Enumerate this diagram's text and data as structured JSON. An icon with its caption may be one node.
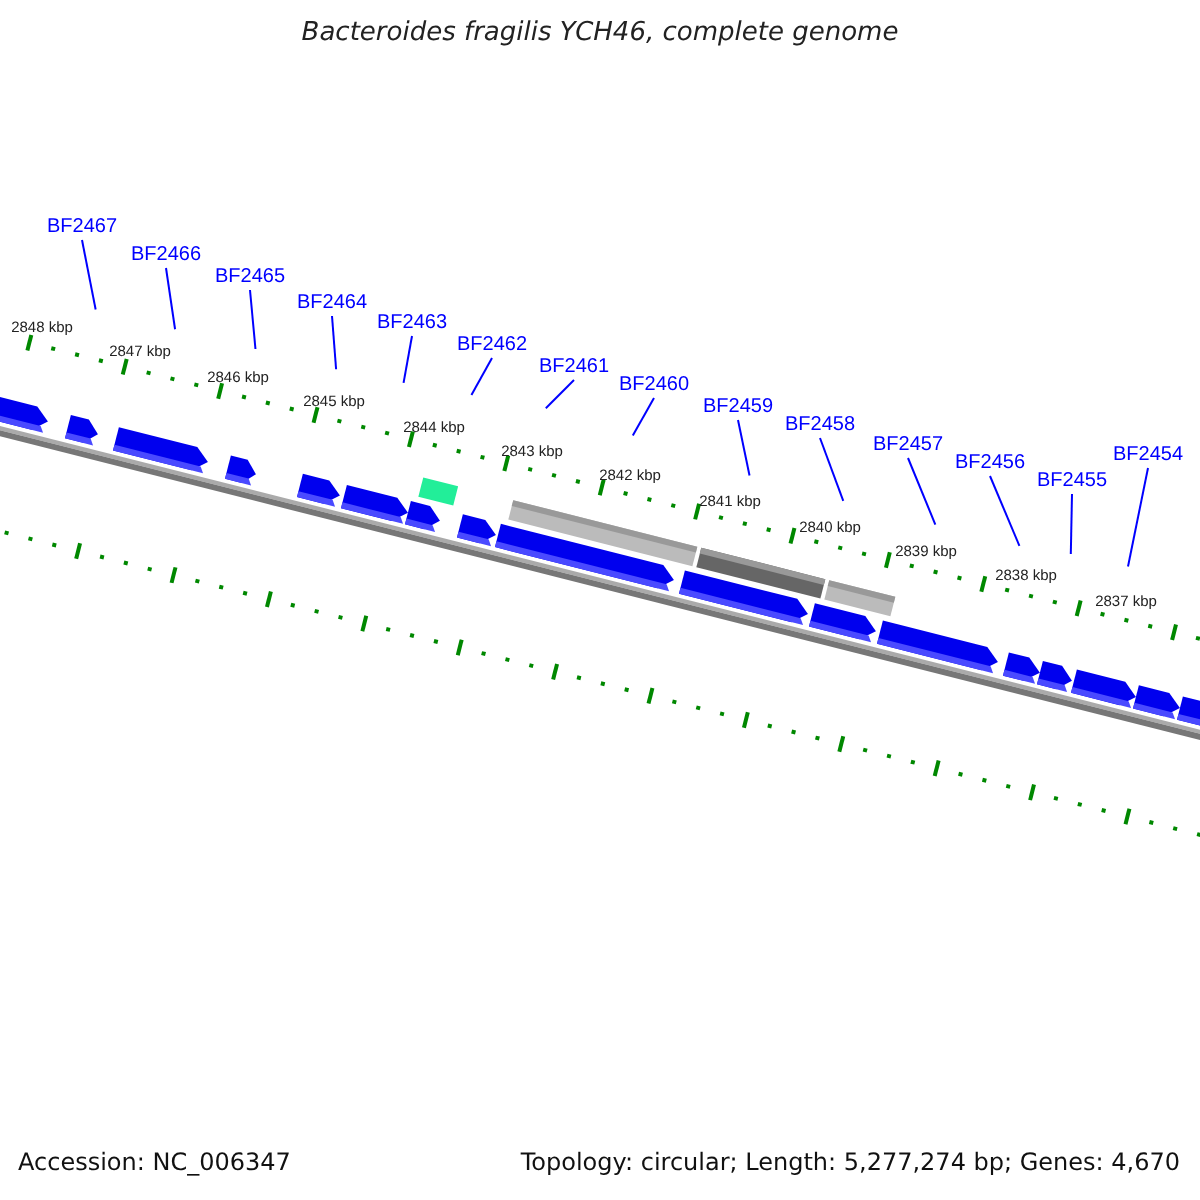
{
  "diagram": {
    "title": "Bacteroides fragilis YCH46, complete genome",
    "nodes": [
      {
        "text": [
          "BF2467"
        ]
      },
      {
        "text": [
          "BF2466"
        ]
      },
      {
        "text": [
          "BF2465"
        ]
      },
      {
        "text": [
          "BF2464"
        ]
      },
      {
        "text": [
          "BF2463"
        ]
      },
      {
        "text": [
          "BF2462"
        ]
      },
      {
        "text": [
          "BF2461"
        ]
      },
      {
        "text": [
          "BF2460"
        ]
      },
      {
        "text": [
          "BF2459"
        ]
      },
      {
        "text": [
          "BF2458"
        ]
      },
      {
        "text": [
          "BF2457"
        ]
      },
      {
        "text": [
          "BF2456"
        ]
      },
      {
        "text": [
          "BF2455"
        ]
      },
      {
        "text": [
          "BF2454"
        ]
      }
    ],
    "edges": [
      {
        "from": 0,
        "to": null,
        "arrow": "none"
      },
      {
        "from": 1,
        "to": null,
        "arrow": "none"
      },
      {
        "from": 2,
        "to": null,
        "arrow": "none"
      },
      {
        "from": 3,
        "to": null,
        "arrow": "none"
      },
      {
        "from": 4,
        "to": null,
        "arrow": "none"
      },
      {
        "from": 5,
        "to": null,
        "arrow": "none"
      },
      {
        "from": 6,
        "to": null,
        "arrow": "none"
      },
      {
        "from": 7,
        "to": null,
        "arrow": "none"
      },
      {
        "from": 8,
        "to": null,
        "arrow": "none"
      },
      {
        "from": 9,
        "to": null,
        "arrow": "none"
      },
      {
        "from": 10,
        "to": null,
        "arrow": "none"
      },
      {
        "from": 11,
        "to": null,
        "arrow": "none"
      },
      {
        "from": 12,
        "to": null,
        "arrow": "none"
      },
      {
        "from": 13,
        "to": null,
        "arrow": "none"
      }
    ],
    "labels": [
      "2848 kbp",
      "2847 kbp",
      "2846 kbp",
      "2845 kbp",
      "2844 kbp",
      "2843 kbp",
      "2842 kbp",
      "2841 kbp",
      "2840 kbp",
      "2839 kbp",
      "2838 kbp",
      "2837 kbp",
      "Accession: NC_006347",
      "Topology: circular; Length: 5,277,274 bp; Genes: 4,670"
    ]
  }
}
